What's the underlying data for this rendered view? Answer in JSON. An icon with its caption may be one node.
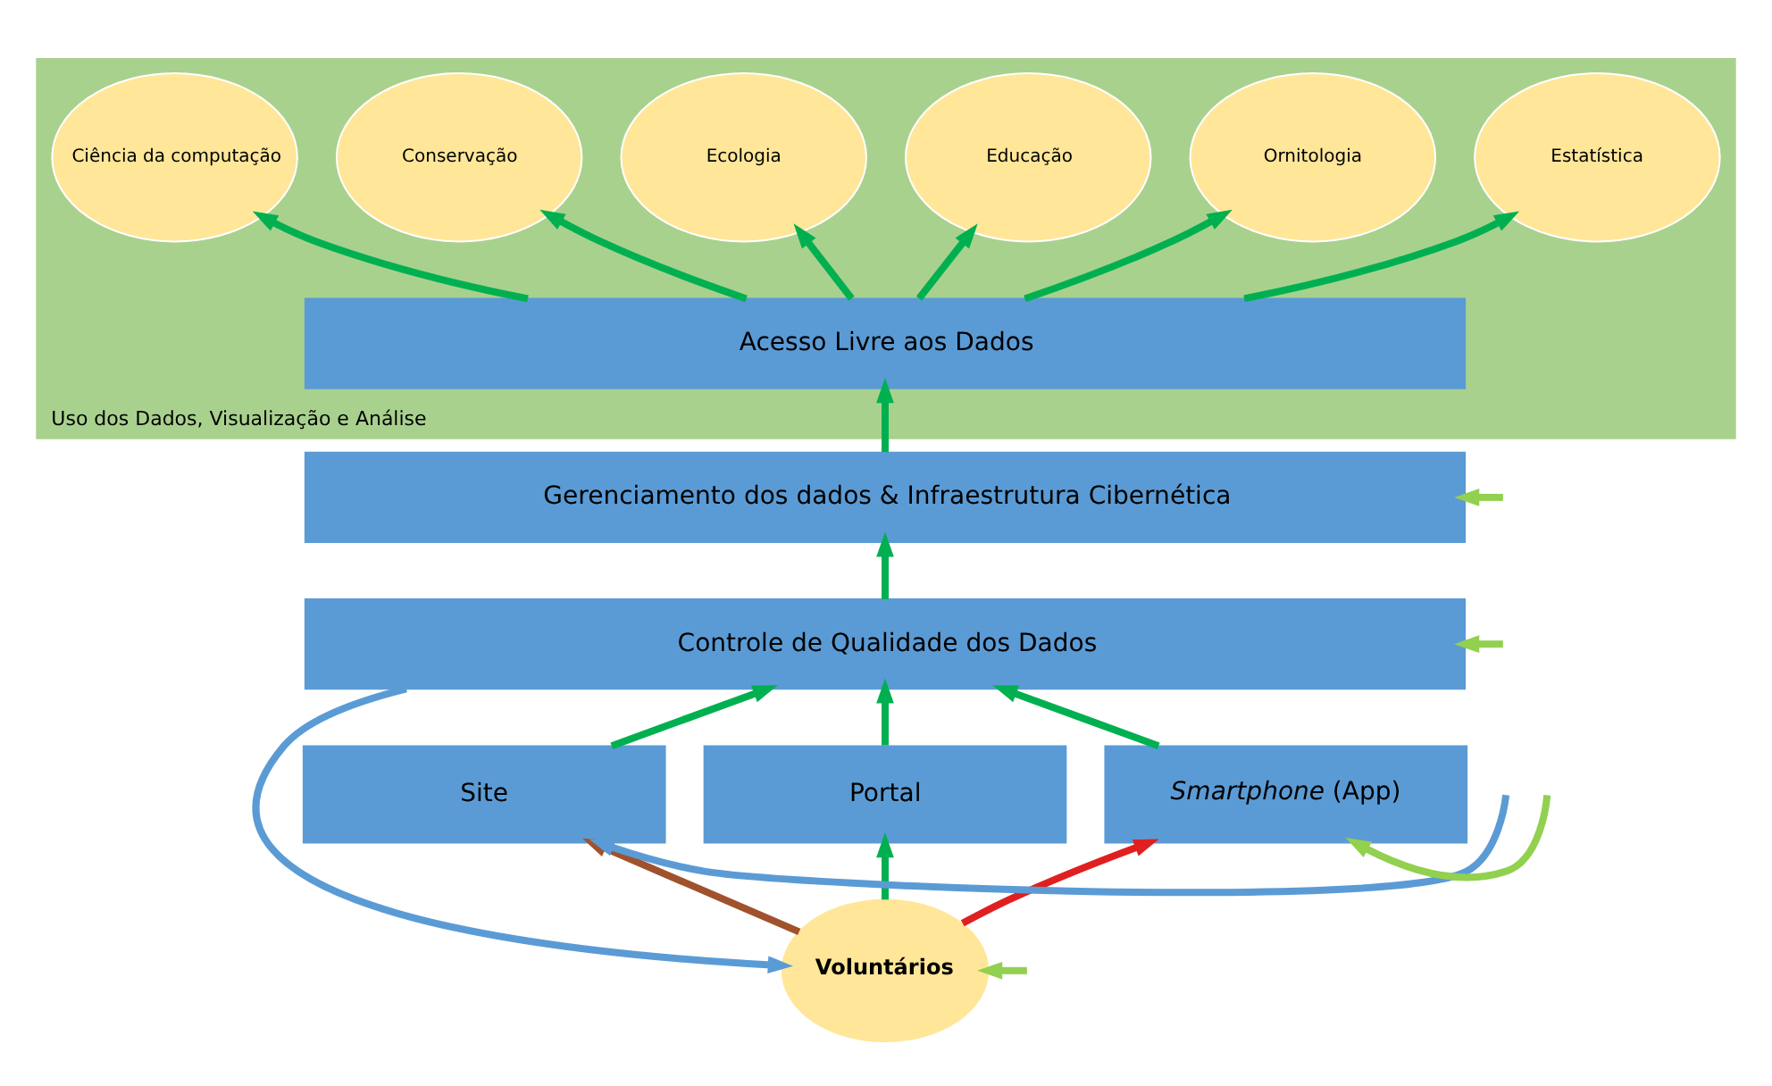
{
  "diagram": {
    "nodes": [
      {
        "text": [
          "Uso dos Dados, Visualização e Análise"
        ]
      },
      {
        "text": [
          "Ciência da computação"
        ],
        "in": 0
      },
      {
        "text": [
          "Conservação"
        ],
        "in": 0
      },
      {
        "text": [
          "Ecologia"
        ],
        "in": 0
      },
      {
        "text": [
          "Educação"
        ],
        "in": 0
      },
      {
        "text": [
          "Ornitologia"
        ],
        "in": 0
      },
      {
        "text": [
          "Estatística"
        ],
        "in": 0
      },
      {
        "text": [
          "Acesso Livre aos Dados"
        ],
        "in": 0
      },
      {
        "text": [
          "Gerenciamento dos dados & Infraestrutura Cibernética"
        ]
      },
      {
        "text": [
          "Controle de Qualidade dos Dados"
        ]
      },
      {
        "text": [
          "Site"
        ]
      },
      {
        "text": [
          "Portal"
        ]
      },
      {
        "text": [
          "*Smartphone* (App)"
        ]
      },
      {
        "text": [
          "**Voluntários**"
        ]
      }
    ],
    "edges": [
      {
        "from": 7,
        "to": 1,
        "arrow": "to"
      },
      {
        "from": 7,
        "to": 2,
        "arrow": "to"
      },
      {
        "from": 7,
        "to": 3,
        "arrow": "to"
      },
      {
        "from": 7,
        "to": 4,
        "arrow": "to"
      },
      {
        "from": 7,
        "to": 5,
        "arrow": "to"
      },
      {
        "from": 7,
        "to": 6,
        "arrow": "to"
      },
      {
        "from": 8,
        "to": 7,
        "arrow": "to"
      },
      {
        "from": 9,
        "to": 8,
        "arrow": "to"
      },
      {
        "from": 10,
        "to": 9,
        "arrow": "to"
      },
      {
        "from": 11,
        "to": 9,
        "arrow": "to"
      },
      {
        "from": 12,
        "to": 9,
        "arrow": "to"
      },
      {
        "from": 13,
        "to": 11,
        "arrow": "to"
      },
      {
        "from": 13,
        "to": 10,
        "arrow": "to",
        "color": "#a0522d"
      },
      {
        "from": 13,
        "to": 12,
        "arrow": "to",
        "color": "#e02020"
      },
      {
        "from": 9,
        "to": 13,
        "arrow": "to",
        "color": "#5b9bd5"
      },
      {
        "from": null,
        "to": 10,
        "arrow": "to",
        "color": "#5b9bd5"
      },
      {
        "from": null,
        "to": 8,
        "arrow": "to",
        "color": "#92d050"
      },
      {
        "from": null,
        "to": 9,
        "arrow": "to",
        "color": "#92d050"
      },
      {
        "from": null,
        "to": 12,
        "arrow": "to",
        "color": "#92d050"
      },
      {
        "from": null,
        "to": 13,
        "arrow": "to",
        "color": "#92d050"
      }
    ]
  }
}
